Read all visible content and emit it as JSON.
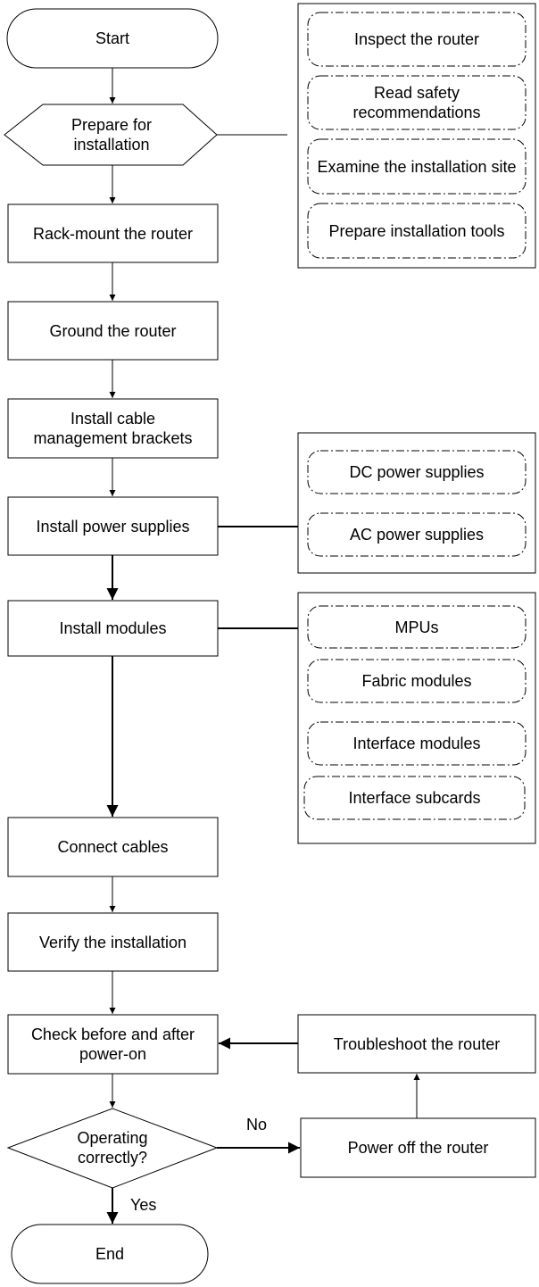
{
  "flow": {
    "start": "Start",
    "prepare": "Prepare for installation",
    "rack_mount": "Rack-mount the router",
    "ground": "Ground the router",
    "cable_brackets": "Install cable management brackets",
    "power_supplies": "Install power supplies",
    "modules": "Install modules",
    "connect_cables": "Connect cables",
    "verify": "Verify the installation",
    "check_power": "Check before and after power-on",
    "decision": "Operating correctly?",
    "end": "End",
    "power_off": "Power off the router",
    "troubleshoot": "Troubleshoot the router",
    "edge_no": "No",
    "edge_yes": "Yes"
  },
  "prepare_steps": [
    "Inspect the router",
    "Read safety recommendations",
    "Examine the installation site",
    "Prepare installation tools"
  ],
  "power_supply_types": [
    "DC power supplies",
    "AC power supplies"
  ],
  "module_types": [
    "MPUs",
    "Fabric modules",
    "Interface modules",
    "Interface subcards"
  ]
}
